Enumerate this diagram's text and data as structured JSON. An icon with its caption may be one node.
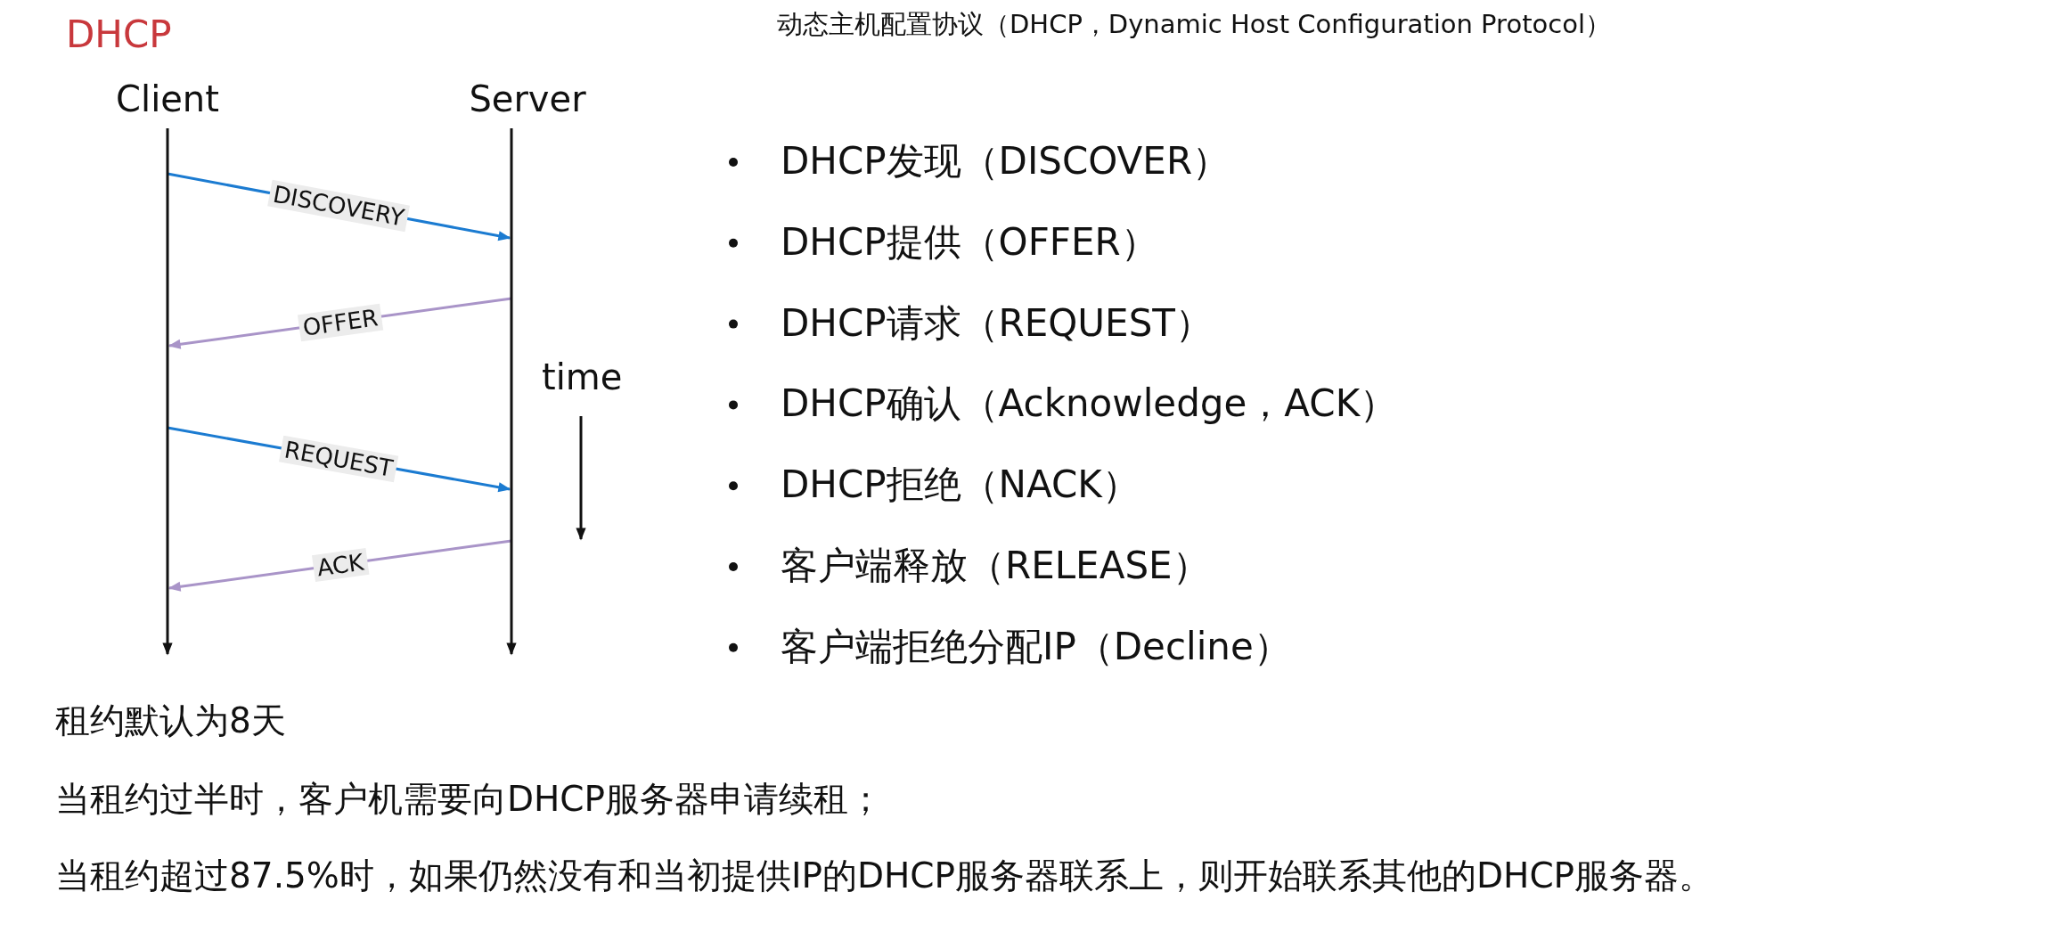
{
  "diagram": {
    "title": "DHCP",
    "nodes": [
      {
        "text": [
          "Client"
        ]
      },
      {
        "text": [
          "Server"
        ]
      }
    ],
    "edges": [
      {
        "from": 0,
        "to": 1,
        "arrow": "to",
        "label": "DISCOVERY",
        "color": "#1b7bd1"
      },
      {
        "from": 1,
        "to": 0,
        "arrow": "to",
        "label": "OFFER",
        "color": "#a994c8"
      },
      {
        "from": 0,
        "to": 1,
        "arrow": "to",
        "label": "REQUEST",
        "color": "#1b7bd1"
      },
      {
        "from": 1,
        "to": 0,
        "arrow": "to",
        "label": "ACK",
        "color": "#a994c8"
      }
    ],
    "labels": [
      "动态主机配置协议（DHCP，Dynamic Host Configuration Protocol）",
      "time",
      "DHCP发现（DISCOVER）",
      "DHCP提供（OFFER）",
      "DHCP请求（REQUEST）",
      "DHCP确认（Acknowledge，ACK）",
      "DHCP拒绝（NACK）",
      "客户端释放（RELEASE）",
      "客户端拒绝分配IP（Decline）",
      "租约默认为8天",
      "当租约过半时，客户机需要向DHCP服务器申请续租；",
      "当租约超过87.5%时，如果仍然没有和当初提供IP的DHCP服务器联系上，则开始联系其他的DHCP服务器。"
    ]
  }
}
